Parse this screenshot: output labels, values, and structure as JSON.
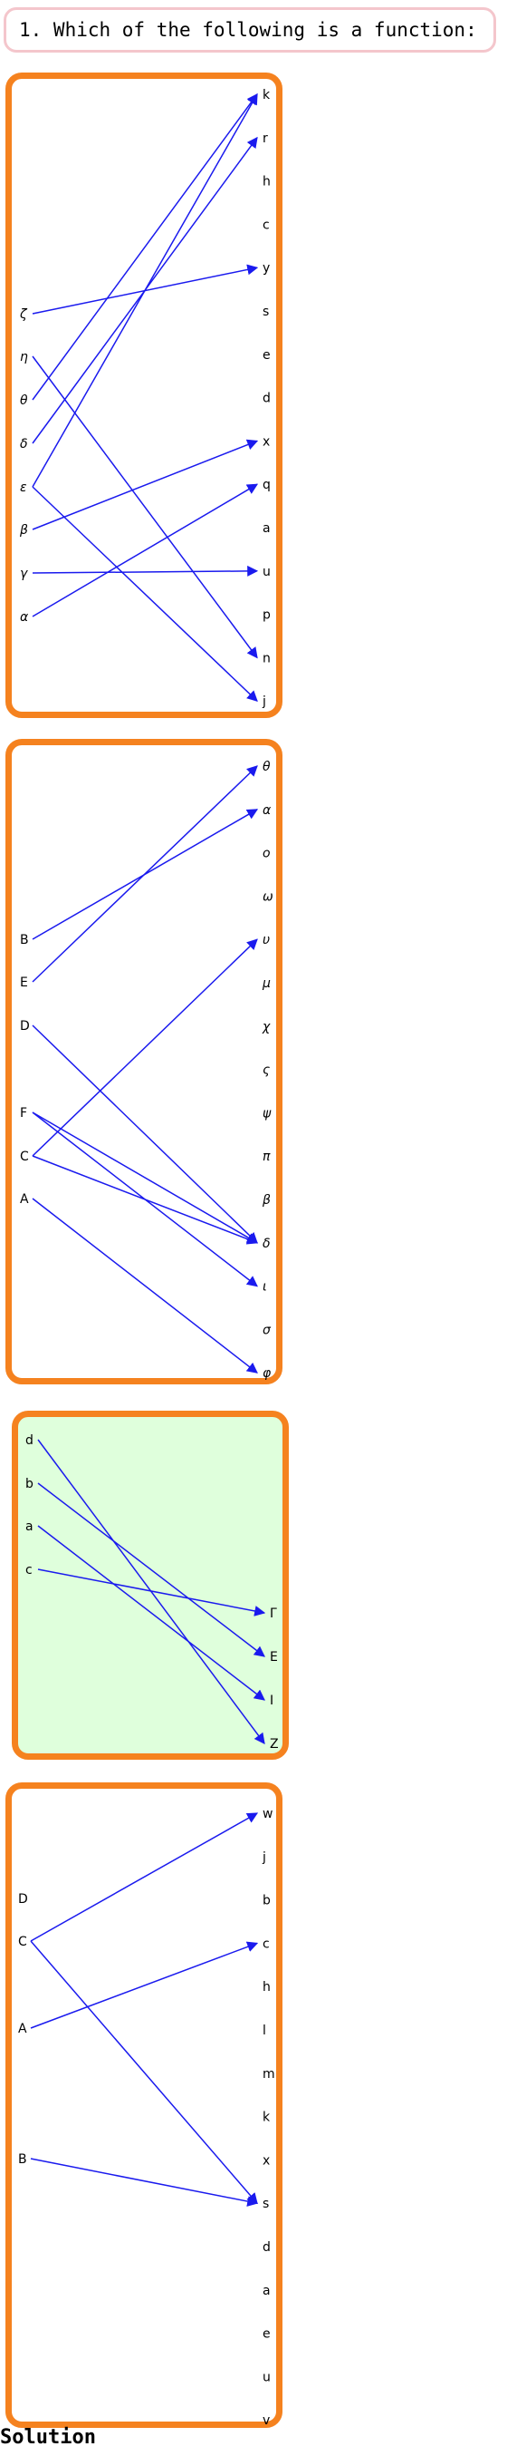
{
  "question": {
    "text": "1. Which of the following is a function:"
  },
  "option_1": {
    "left": [
      "ζ",
      "η",
      "θ",
      "δ",
      "ε",
      "β",
      "γ",
      "α"
    ],
    "right": [
      "k",
      "r",
      "h",
      "c",
      "y",
      "s",
      "e",
      "d",
      "x",
      "q",
      "a",
      "u",
      "p",
      "n",
      "j"
    ],
    "mappings": [
      [
        "ζ",
        "y"
      ],
      [
        "η",
        "n"
      ],
      [
        "θ",
        "k"
      ],
      [
        "δ",
        "r"
      ],
      [
        "ε",
        "k"
      ],
      [
        "ε",
        "j"
      ],
      [
        "β",
        "x"
      ],
      [
        "γ",
        "u"
      ],
      [
        "α",
        "q"
      ]
    ]
  },
  "option_2": {
    "left": [
      "B",
      "E",
      "D",
      "F",
      "C",
      "A"
    ],
    "right": [
      "θ",
      "α",
      "o",
      "ω",
      "υ",
      "μ",
      "χ",
      "ς",
      "ψ",
      "π",
      "β",
      "δ",
      "ι",
      "σ",
      "φ"
    ],
    "mappings": [
      [
        "B",
        "α"
      ],
      [
        "E",
        "θ"
      ],
      [
        "D",
        "δ"
      ],
      [
        "F",
        "δ"
      ],
      [
        "F",
        "ι"
      ],
      [
        "C",
        "υ"
      ],
      [
        "C",
        "δ"
      ],
      [
        "A",
        "φ"
      ]
    ]
  },
  "option_3": {
    "left": [
      "d",
      "b",
      "a",
      "c"
    ],
    "right": [
      "Γ",
      "E",
      "I",
      "Z"
    ],
    "mappings": [
      [
        "d",
        "Z"
      ],
      [
        "b",
        "E"
      ],
      [
        "a",
        "I"
      ],
      [
        "c",
        "Γ"
      ]
    ],
    "selected": true
  },
  "option_4": {
    "left": [
      "D",
      "C",
      "A",
      "B"
    ],
    "right": [
      "w",
      "j",
      "b",
      "c",
      "h",
      "l",
      "m",
      "k",
      "x",
      "s",
      "d",
      "a",
      "e",
      "u",
      "v"
    ],
    "mappings": [
      [
        "C",
        "w"
      ],
      [
        "C",
        "s"
      ],
      [
        "A",
        "c"
      ],
      [
        "B",
        "s"
      ]
    ]
  },
  "solution": {
    "title": "Solution"
  },
  "colors": {
    "accent": "#f5821f",
    "arrow": "#1a1aee",
    "selected_bg": "#dfffdc",
    "question_border": "#f4c6cc"
  }
}
